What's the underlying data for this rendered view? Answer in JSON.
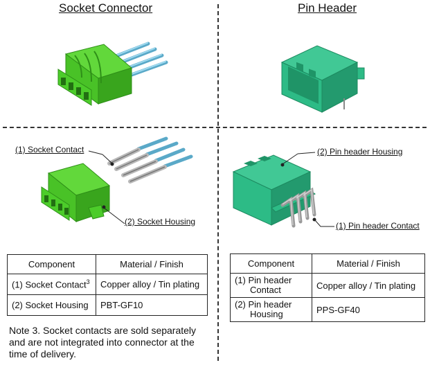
{
  "sections": {
    "left_title": "Socket Connector",
    "right_title": "Pin Header"
  },
  "callouts": {
    "socket_contact": "(1) Socket Contact",
    "socket_housing": "(2) Socket Housing",
    "pin_header_housing": "(2) Pin header Housing",
    "pin_header_contact": "(1) Pin header Contact"
  },
  "left_table": {
    "headers": [
      "Component",
      "Material / Finish"
    ],
    "rows": [
      {
        "component": "(1) Socket Contact",
        "sup": "3",
        "material": "Copper alloy / Tin plating"
      },
      {
        "component": "(2) Socket Housing",
        "sup": "",
        "material": "PBT-GF10"
      }
    ]
  },
  "right_table": {
    "headers": [
      "Component",
      "Material / Finish"
    ],
    "rows": [
      {
        "component_line1": "(1) Pin header",
        "component_line2": "Contact",
        "material": "Copper alloy / Tin plating"
      },
      {
        "component_line1": "(2) Pin header",
        "component_line2": "Housing",
        "material": "PPS-GF40"
      }
    ]
  },
  "note": "Note 3. Socket contacts are sold separately and are not integrated into connector at the time of delivery.",
  "colors": {
    "socket_green": "#4ccc2a",
    "socket_dark": "#2e8f18",
    "header_teal": "#2dbb86",
    "header_dark": "#1d8a60",
    "wire_blue": "#7ec8e6",
    "contact_gray": "#b8b8b8"
  }
}
